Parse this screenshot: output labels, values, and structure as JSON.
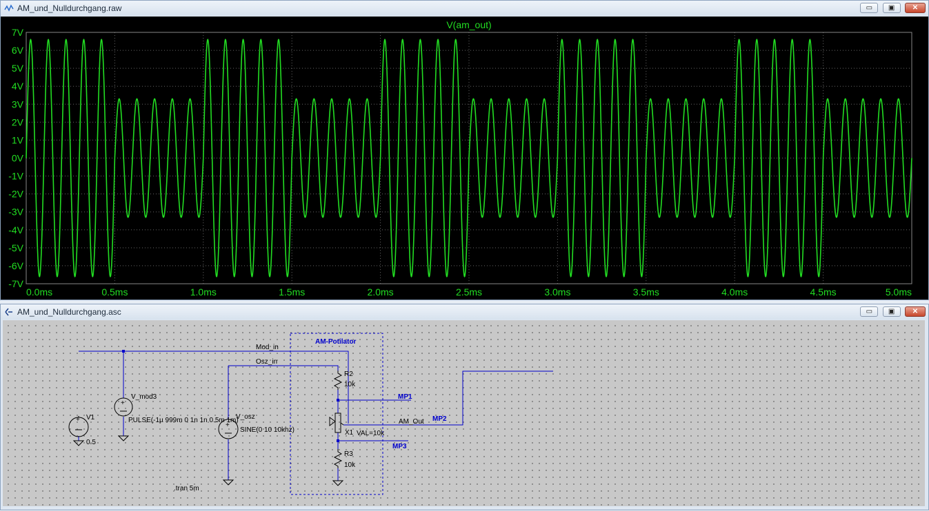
{
  "waveform_window": {
    "title": "AM_und_Nulldurchgang.raw",
    "controls": {
      "minimize": "▭",
      "restore": "▣",
      "close": "✕"
    }
  },
  "schematic_window": {
    "title": "AM_und_Nulldurchgang.asc",
    "controls": {
      "minimize": "▭",
      "restore": "▣",
      "close": "✕"
    }
  },
  "colors": {
    "trace": "#22dd22",
    "plot_bg": "#000000",
    "axis_text": "#22dd22",
    "wire": "#0000cc",
    "component_text": "#000000"
  },
  "chart_data": {
    "type": "line",
    "title": "V(am_out)",
    "series": [
      {
        "name": "V(am_out)"
      }
    ],
    "x_ticks": [
      "0.0ms",
      "0.5ms",
      "1.0ms",
      "1.5ms",
      "2.0ms",
      "2.5ms",
      "3.0ms",
      "3.5ms",
      "4.0ms",
      "4.5ms",
      "5.0ms"
    ],
    "y_ticks": [
      "7V",
      "6V",
      "5V",
      "4V",
      "3V",
      "2V",
      "1V",
      "0V",
      "-1V",
      "-2V",
      "-3V",
      "-4V",
      "-5V",
      "-6V",
      "-7V"
    ],
    "xlim": [
      0,
      5
    ],
    "x_unit": "ms",
    "ylim": [
      -7,
      7
    ],
    "grid": true,
    "carrier_frequency_khz": 10,
    "modulation_period_ms": 1,
    "amplitude_high_v": 6.6,
    "amplitude_low_v": 3.3,
    "high_interval_ms": [
      0,
      0.5
    ]
  },
  "schematic": {
    "directive": ".tran 5m",
    "box_label": "AM-Potilator",
    "nets": {
      "mod_in": "Mod_in",
      "osz_in": "Osz_in",
      "mp1": "MP1",
      "mp2": "MP2",
      "mp3": "MP3",
      "am_out": "AM_Out"
    },
    "components": {
      "v1": {
        "name": "V1",
        "value": "0.5"
      },
      "v_mod3": {
        "name": "V_mod3",
        "value": "PULSE(-1µ 999m 0 1n 1n 0.5m 1m)"
      },
      "v_osz": {
        "name": "V_osz",
        "value": "SINE(0 10 10khz)"
      },
      "r2": {
        "name": "R2",
        "value": "10k"
      },
      "x1": {
        "name": "X1",
        "value": "VAL=10k"
      },
      "r3": {
        "name": "R3",
        "value": "10k"
      }
    }
  }
}
